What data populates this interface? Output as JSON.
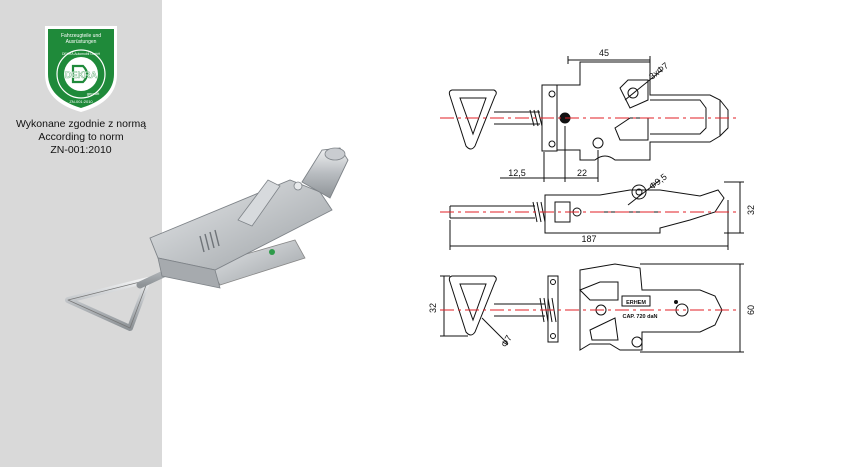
{
  "badge": {
    "brand": "DEKRA",
    "top_text_line1": "Fahrzeugteile und",
    "top_text_line2": "Ausrüstungen",
    "ring_text": "DEKRA Automobil GmbH",
    "cert_no": "ZN-001:2010",
    "status": "geprüft",
    "colors": {
      "green": "#1f8a3a",
      "white": "#ffffff"
    }
  },
  "certification": {
    "line1": "Wykonane zgodnie z normą",
    "line2": "According to norm",
    "line3": "ZN-001:2010"
  },
  "drawing": {
    "dims": {
      "d45": "45",
      "holes": "3xΦ7",
      "d12_5": "12,5",
      "d22": "22",
      "d9_5": "Φ9,5",
      "d32_side": "32",
      "d187": "187",
      "d32_front": "32",
      "d60": "60",
      "d7": "Φ7"
    },
    "plate_text1": "ERHEM",
    "plate_text2": "CAP. 720 daN",
    "colors": {
      "line": "#111111",
      "center": "#e01f26"
    }
  }
}
